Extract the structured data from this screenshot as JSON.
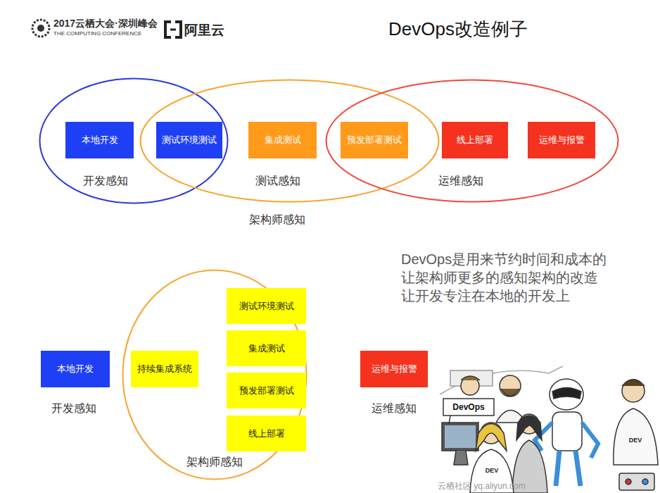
{
  "diagram": {
    "title": "DevOps改造例子",
    "nodes": [
      {
        "text": [
          "开发感知"
        ]
      },
      {
        "text": [
          "本地开发"
        ],
        "in": 0
      },
      {
        "text": [
          "测试环境测试"
        ],
        "in": 0
      },
      {
        "text": [
          "测试感知"
        ]
      },
      {
        "text": [
          "集成测试"
        ],
        "in": 3
      },
      {
        "text": [
          "运维感知"
        ]
      },
      {
        "text": [
          "预发部署测试"
        ],
        "in": 5
      },
      {
        "text": [
          "线上部署"
        ],
        "in": 5
      },
      {
        "text": [
          "运维与报警"
        ],
        "in": 5
      },
      {
        "text": [
          "本地开发"
        ]
      },
      {
        "text": [
          "架构师感知"
        ]
      },
      {
        "text": [
          "持续集成系统"
        ],
        "in": 10
      },
      {
        "text": [
          "测试环境测试"
        ],
        "in": 10
      },
      {
        "text": [
          "集成测试"
        ],
        "in": 10
      },
      {
        "text": [
          "预发部署测试"
        ],
        "in": 10
      },
      {
        "text": [
          "线上部署"
        ],
        "in": 10
      },
      {
        "text": [
          "运维与报警"
        ]
      }
    ],
    "labels": [
      "2017云栖大会·深圳峰会",
      "THE COMPUTING CONFERENCE",
      "阿里云",
      "架构师感知",
      "开发感知",
      "运维感知",
      "DevOps是用来节约时间和成本的 让架构师更多的感知架构的改造 让开发专注在本地的开发上",
      "DevOps",
      "DEV",
      "DEV",
      "云栖社区 yq.aliyun.com"
    ]
  }
}
